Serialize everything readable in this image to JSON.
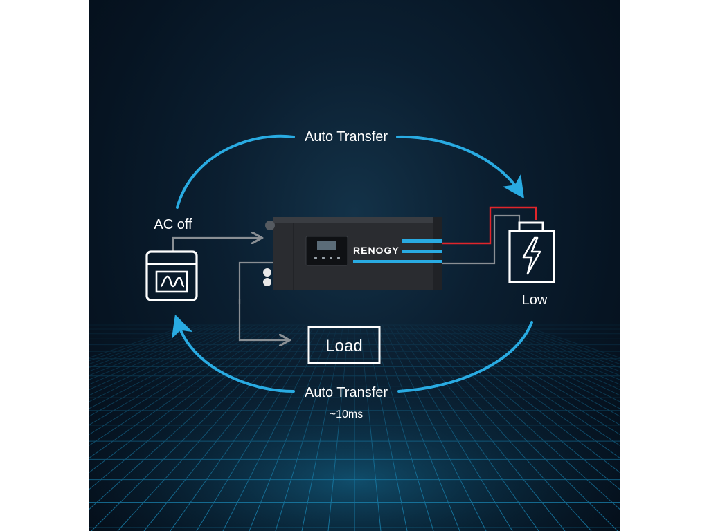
{
  "diagram": {
    "labels": {
      "top_transfer": "Auto Transfer",
      "bottom_transfer": "Auto Transfer",
      "transfer_time": "~10ms",
      "ac_status": "AC off",
      "battery_status": "Low",
      "load": "Load",
      "brand": "RENOGY"
    },
    "icons": {
      "ac_source": "oscilloscope-icon",
      "battery": "battery-bolt-icon"
    },
    "colors": {
      "arrow": "#29abe2",
      "wire": "#8a8f94",
      "positive_wire": "#e0252b",
      "device_body": "#2a2c30",
      "device_stripe": "#29abe2",
      "grid": "#1b8fbf"
    }
  }
}
